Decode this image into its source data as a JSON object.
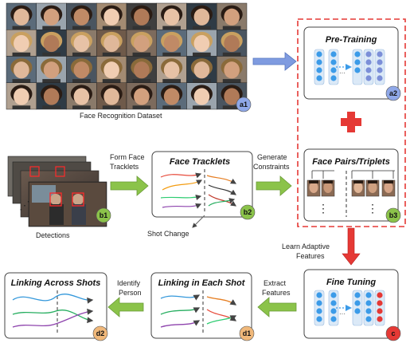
{
  "dataset_caption": "Face Recognition Dataset",
  "pretraining": {
    "title": "Pre-Training",
    "badge": "a2"
  },
  "pairs": {
    "title": "Face Pairs/Triplets",
    "badge": "b3",
    "ellipsis": "⋮"
  },
  "finetune": {
    "title": "Fine Tuning",
    "badge": "c"
  },
  "tracklets": {
    "title": "Face Tracklets",
    "badge": "b2"
  },
  "shot_change": "Shot Change",
  "detections": {
    "caption": "Detections",
    "badge": "b1",
    "dots": "⋰"
  },
  "dataset_badge": "a1",
  "link_each": {
    "title": "Linking in Each Shot",
    "badge": "d1"
  },
  "link_across": {
    "title": "Linking Across Shots",
    "badge": "d2"
  },
  "arrows": {
    "form": [
      "Form Face",
      "Tracklets"
    ],
    "generate": [
      "Generate",
      "Constraints"
    ],
    "learn": [
      "Learn Adaptive",
      "Features"
    ],
    "extract": [
      "Extract",
      "Features"
    ],
    "identify": [
      "Identify",
      "Person"
    ]
  },
  "colors": {
    "blue_arrow": "#7f9be0",
    "green_arrow": "#8bc34a",
    "red": "#e53935",
    "net": "#3c9be8",
    "badge_blue": "#8fa8e8",
    "badge_green": "#8bc34a",
    "badge_orange": "#f0b87a"
  }
}
